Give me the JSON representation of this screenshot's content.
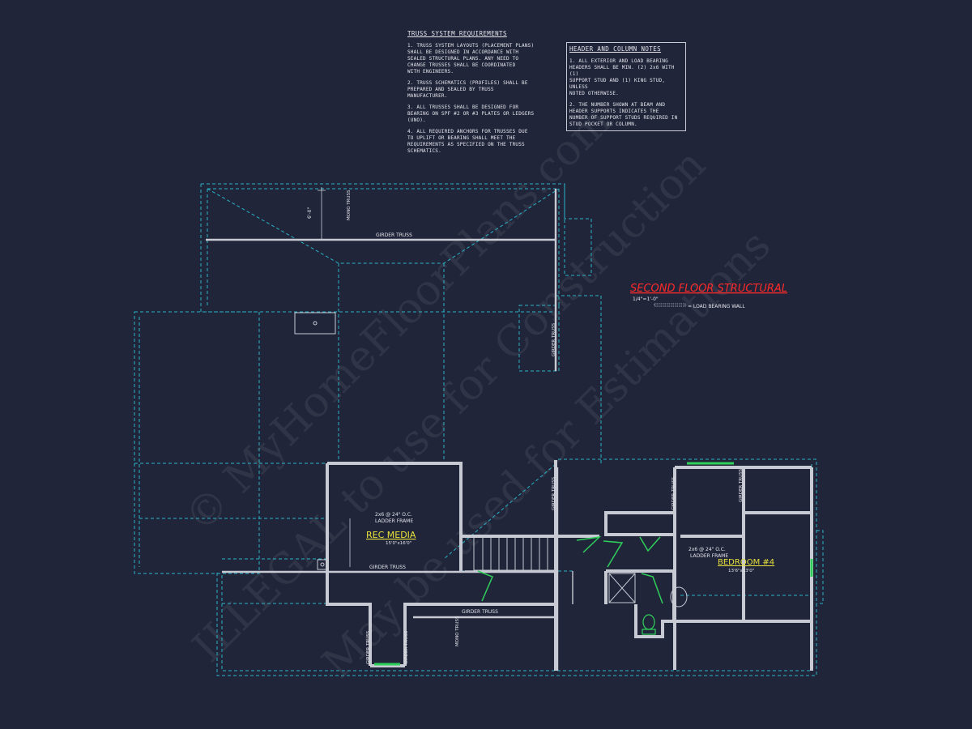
{
  "truss_notes": {
    "title": "TRUSS SYSTEM REQUIREMENTS",
    "items": [
      "1. TRUSS SYSTEM LAYOUTS (PLACEMENT PLANS)\nSHALL BE DESIGNED IN ACCORDANCE WITH\nSEALED STRUCTURAL PLANS. ANY NEED TO\nCHANGE TRUSSES SHALL BE COORDINATED\nWITH ENGINEERS.",
      "2. TRUSS SCHEMATICS (PROFILES) SHALL BE\nPREPARED AND SEALED BY TRUSS\nMANUFACTURER.",
      "3. ALL TRUSSES SHALL BE DESIGNED FOR\nBEARING ON SPF #2 OR #3 PLATES OR LEDGERS\n(UNO).",
      "4. ALL REQUIRED ANCHORS FOR TRUSSES DUE\nTO UPLIFT OR BEARING SHALL MEET THE\nREQUIREMENTS AS SPECIFIED ON THE TRUSS\nSCHEMATICS."
    ]
  },
  "header_notes": {
    "title": "HEADER AND COLUMN NOTES",
    "items": [
      "1. ALL EXTERIOR AND LOAD BEARING\nHEADERS SHALL BE MIN. (2) 2x6 WITH (1)\nSUPPORT STUD AND (1) KING STUD, UNLESS\nNOTED OTHERWISE.",
      "2. THE NUMBER SHOWN AT BEAM AND\nHEADER SUPPORTS INDICATES THE\nNUMBER OF SUPPORT STUDS REQUIRED IN\nSTUD POCKET OR COLUMN."
    ]
  },
  "plan_title": {
    "title": "SECOND FLOOR STRUCTURAL",
    "scale": "1/4\"=1'-0\"",
    "legend": "= LOAD BEARING WALL"
  },
  "labels": {
    "girder_truss": "GIRDER TRUSS",
    "mono_truss": "MONO TRUSS",
    "dim_top": "6'-0\"",
    "ladder_spacing": "2x6 @ 24\" O.C.",
    "ladder_frame": "LADDER FRAME"
  },
  "rooms": [
    {
      "name": "REC MEDIA",
      "dims": "15'0\"x16'0\""
    },
    {
      "name": "BEDROOM #4",
      "dims": "13'6\"x13'0\""
    }
  ],
  "watermark": {
    "line1": "© MyHomeFloorPlans.com",
    "line2": "ILLEGAL to use for Construction",
    "line3": "May be used for Estimations"
  },
  "colors": {
    "background": "#20253a",
    "truss_dash": "#2ab3c6",
    "wall": "#c7c9d3",
    "title": "#ff2a2a",
    "room_label": "#e8e23a",
    "window": "#2fd05a"
  }
}
